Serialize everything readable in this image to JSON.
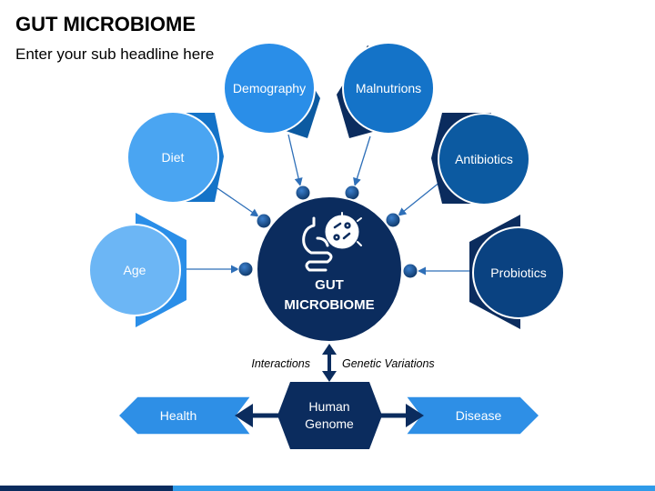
{
  "header": {
    "title": "GUT MICROBIOME",
    "subtitle": "Enter your sub headline here"
  },
  "center": {
    "line1": "GUT",
    "line2": "MICROBIOME",
    "icon": "gut-bacteria-icon"
  },
  "factors": [
    {
      "label": "Age",
      "color": "#6cb6f5"
    },
    {
      "label": "Diet",
      "color": "#4aa5f2"
    },
    {
      "label": "Demography",
      "color": "#2a8ee8"
    },
    {
      "label": "Malnutrions",
      "color": "#1473c8"
    },
    {
      "label": "Antibiotics",
      "color": "#0c5aa1"
    },
    {
      "label": "Probiotics",
      "color": "#0a4281"
    }
  ],
  "links": {
    "left": "Interactions",
    "right": "Genetic Variations"
  },
  "bottom": {
    "left": "Health",
    "center_line1": "Human",
    "center_line2": "Genome",
    "right": "Disease"
  },
  "colors": {
    "navy": "#0b2c5e",
    "dot": "#1b4f8f",
    "arrow_blue": "#2e8fe6",
    "accent": "#2f9be9"
  }
}
